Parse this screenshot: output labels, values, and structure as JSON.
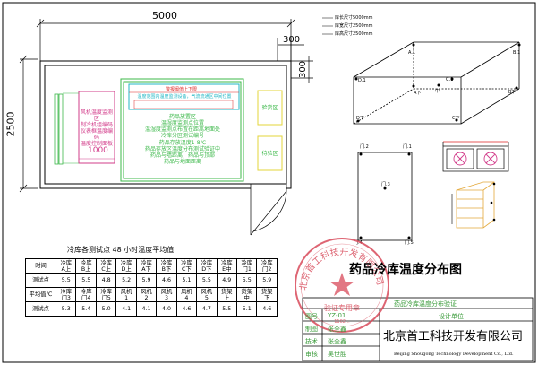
{
  "plan": {
    "dim_width": "5000",
    "dim_height": "2500",
    "dim_300_top": "300",
    "dim_300_side": "300",
    "unit_panel_lines": [
      "风机温度监测区",
      "制冷机组编码",
      "仪表框温度编码",
      "温度控制面板"
    ],
    "unit_panel_number": "1000",
    "pink_box_title": "警报阈值上下限",
    "pink_box_line": "温度范围内温度监测设备，气流流通区中间位置",
    "center_title1": "药品放置区",
    "center_lines1": [
      "温湿度监测点位置",
      "温湿度监测点布置在距离地面处",
      "冷库分区测试编号"
    ],
    "center_title2": "药品存放温度1-8℃",
    "center_lines2": [
      "药品存放区温度分布测试验证中",
      "药品与墙距离，药品与顶部",
      "药品与地面距离"
    ],
    "zone_right1": "验货区",
    "zone_right2": "待验区"
  },
  "legend_3d": {
    "lines": [
      "库长尺寸5000mm",
      "库宽尺寸2500mm",
      "库高尺寸2500mm"
    ]
  },
  "points_3d": [
    "A.1",
    "B.1",
    "C.1",
    "D.1",
    "A下",
    "B下",
    "C下",
    "D下",
    "中"
  ],
  "points_elev": [
    "门.2",
    "门.1",
    "门.3",
    "门.4",
    "门.5"
  ],
  "table": {
    "title": "冷库各测试点 48 小时温度平均值",
    "rows": [
      [
        "时间",
        "冷库\nA上",
        "冷库\nB上",
        "冷库\nC上",
        "冷库\nD上",
        "冷库\nA下",
        "冷库\nB下",
        "冷库\nC下",
        "冷库\nD下",
        "冷库\nE中",
        "冷库\n门1",
        "冷库\n门2"
      ],
      [
        "测试点",
        "5.5",
        "5.5",
        "4.8",
        "5.2",
        "5.9",
        "4.6",
        "5.1",
        "5.5",
        "4.9",
        "5.5",
        "5.9"
      ],
      [
        "平均值℃",
        "冷库\n门3",
        "冷库\n门4",
        "冷库\n门5",
        "风机\n1",
        "风机\n2",
        "风机\n3",
        "风机\n4",
        "风机\n5",
        "货架\n上",
        "货架\n中",
        "货架\n下"
      ],
      [
        "测试点",
        "5.3",
        "5.4",
        "5.0",
        "4.1",
        "4.1",
        "4.0",
        "4.6",
        "4.7",
        "5.5",
        "5.1",
        "4.6"
      ]
    ]
  },
  "drawing_title": "药品冷库温度分布图",
  "titleblock": {
    "project": "药品冷库温度分布验证",
    "labels": [
      "图号",
      "制图",
      "技术",
      "审核"
    ],
    "values": [
      "YZ-01",
      "张全鑫",
      "张全鑫",
      "吴世胜"
    ],
    "design_unit": "设计单位",
    "company": "北京首工科技开发有限公司",
    "company_en": "Beijing Shougong Technology Development Co., Ltd."
  },
  "stamp": {
    "text": "北京首工科技开发有限公司",
    "inner": "验证专用章",
    "num": "1102..."
  },
  "colors": {
    "green": "#3cb84a",
    "cyan": "#22b7c5",
    "magenta": "#d23c8a",
    "yellow": "#e3d53a",
    "red": "#d22",
    "stamp": "#d84a5a"
  }
}
